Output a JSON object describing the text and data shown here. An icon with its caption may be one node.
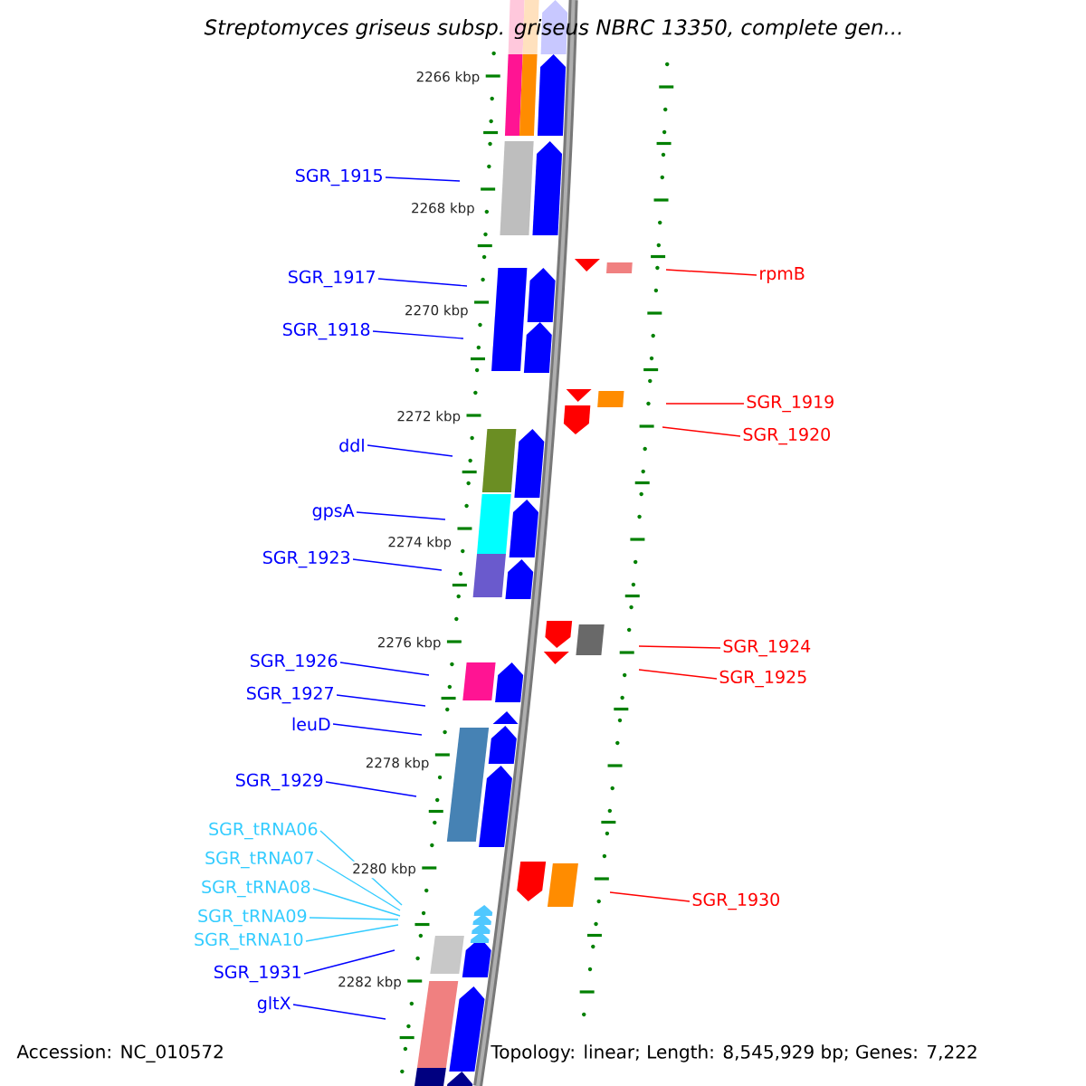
{
  "diagram": {
    "title": "Streptomyces griseus subsp. griseus NBRC 13350, complete gen...",
    "nodes": [
      {
        "text": [
          "SGR_1915"
        ]
      },
      {
        "text": [
          "rpmB"
        ]
      },
      {
        "text": [
          "SGR_1917"
        ]
      },
      {
        "text": [
          "SGR_1918"
        ]
      },
      {
        "text": [
          "SGR_1919"
        ]
      },
      {
        "text": [
          "SGR_1920"
        ]
      },
      {
        "text": [
          "ddl"
        ]
      },
      {
        "text": [
          "gpsA"
        ]
      },
      {
        "text": [
          "SGR_1923"
        ]
      },
      {
        "text": [
          "SGR_1924"
        ]
      },
      {
        "text": [
          "SGR_1926"
        ]
      },
      {
        "text": [
          "SGR_1925"
        ]
      },
      {
        "text": [
          "SGR_1927"
        ]
      },
      {
        "text": [
          "leuD"
        ]
      },
      {
        "text": [
          "SGR_1929"
        ]
      },
      {
        "text": [
          "SGR_tRNA06"
        ]
      },
      {
        "text": [
          "SGR_tRNA07"
        ]
      },
      {
        "text": [
          "SGR_tRNA08"
        ]
      },
      {
        "text": [
          "SGR_1930"
        ]
      },
      {
        "text": [
          "SGR_tRNA09"
        ]
      },
      {
        "text": [
          "SGR_tRNA10"
        ]
      },
      {
        "text": [
          "SGR_1931"
        ]
      },
      {
        "text": [
          "gltX"
        ]
      }
    ],
    "edges": [
      {
        "from": 0,
        "to": null,
        "arrow": "none"
      },
      {
        "from": 1,
        "to": null,
        "arrow": "none",
        "color": "#ff0000"
      },
      {
        "from": 2,
        "to": null,
        "arrow": "none"
      },
      {
        "from": 3,
        "to": null,
        "arrow": "none"
      },
      {
        "from": 4,
        "to": null,
        "arrow": "none",
        "color": "#ff0000"
      },
      {
        "from": 5,
        "to": null,
        "arrow": "none",
        "color": "#ff0000"
      },
      {
        "from": 6,
        "to": null,
        "arrow": "none"
      },
      {
        "from": 7,
        "to": null,
        "arrow": "none"
      },
      {
        "from": 8,
        "to": null,
        "arrow": "none"
      },
      {
        "from": 9,
        "to": null,
        "arrow": "none",
        "color": "#ff0000"
      },
      {
        "from": 10,
        "to": null,
        "arrow": "none"
      },
      {
        "from": 11,
        "to": null,
        "arrow": "none",
        "color": "#ff0000"
      },
      {
        "from": 12,
        "to": null,
        "arrow": "none"
      },
      {
        "from": 13,
        "to": null,
        "arrow": "none"
      },
      {
        "from": 14,
        "to": null,
        "arrow": "none"
      },
      {
        "from": 15,
        "to": null,
        "arrow": "none",
        "color": "#33ccff"
      },
      {
        "from": 16,
        "to": null,
        "arrow": "none",
        "color": "#33ccff"
      },
      {
        "from": 17,
        "to": null,
        "arrow": "none",
        "color": "#33ccff"
      },
      {
        "from": 18,
        "to": null,
        "arrow": "none",
        "color": "#ff0000"
      },
      {
        "from": 19,
        "to": null,
        "arrow": "none",
        "color": "#33ccff"
      },
      {
        "from": 20,
        "to": null,
        "arrow": "none",
        "color": "#33ccff"
      },
      {
        "from": 21,
        "to": null,
        "arrow": "none"
      },
      {
        "from": 22,
        "to": null,
        "arrow": "none"
      }
    ],
    "labels": [
      "2266 kbp",
      "2268 kbp",
      "2270 kbp",
      "2272 kbp",
      "2274 kbp",
      "2276 kbp",
      "2278 kbp",
      "2280 kbp",
      "2282 kbp",
      "Accession: NC_010572",
      "Topology: linear; Length: 8,545,929 bp; Genes: 7,222"
    ]
  }
}
